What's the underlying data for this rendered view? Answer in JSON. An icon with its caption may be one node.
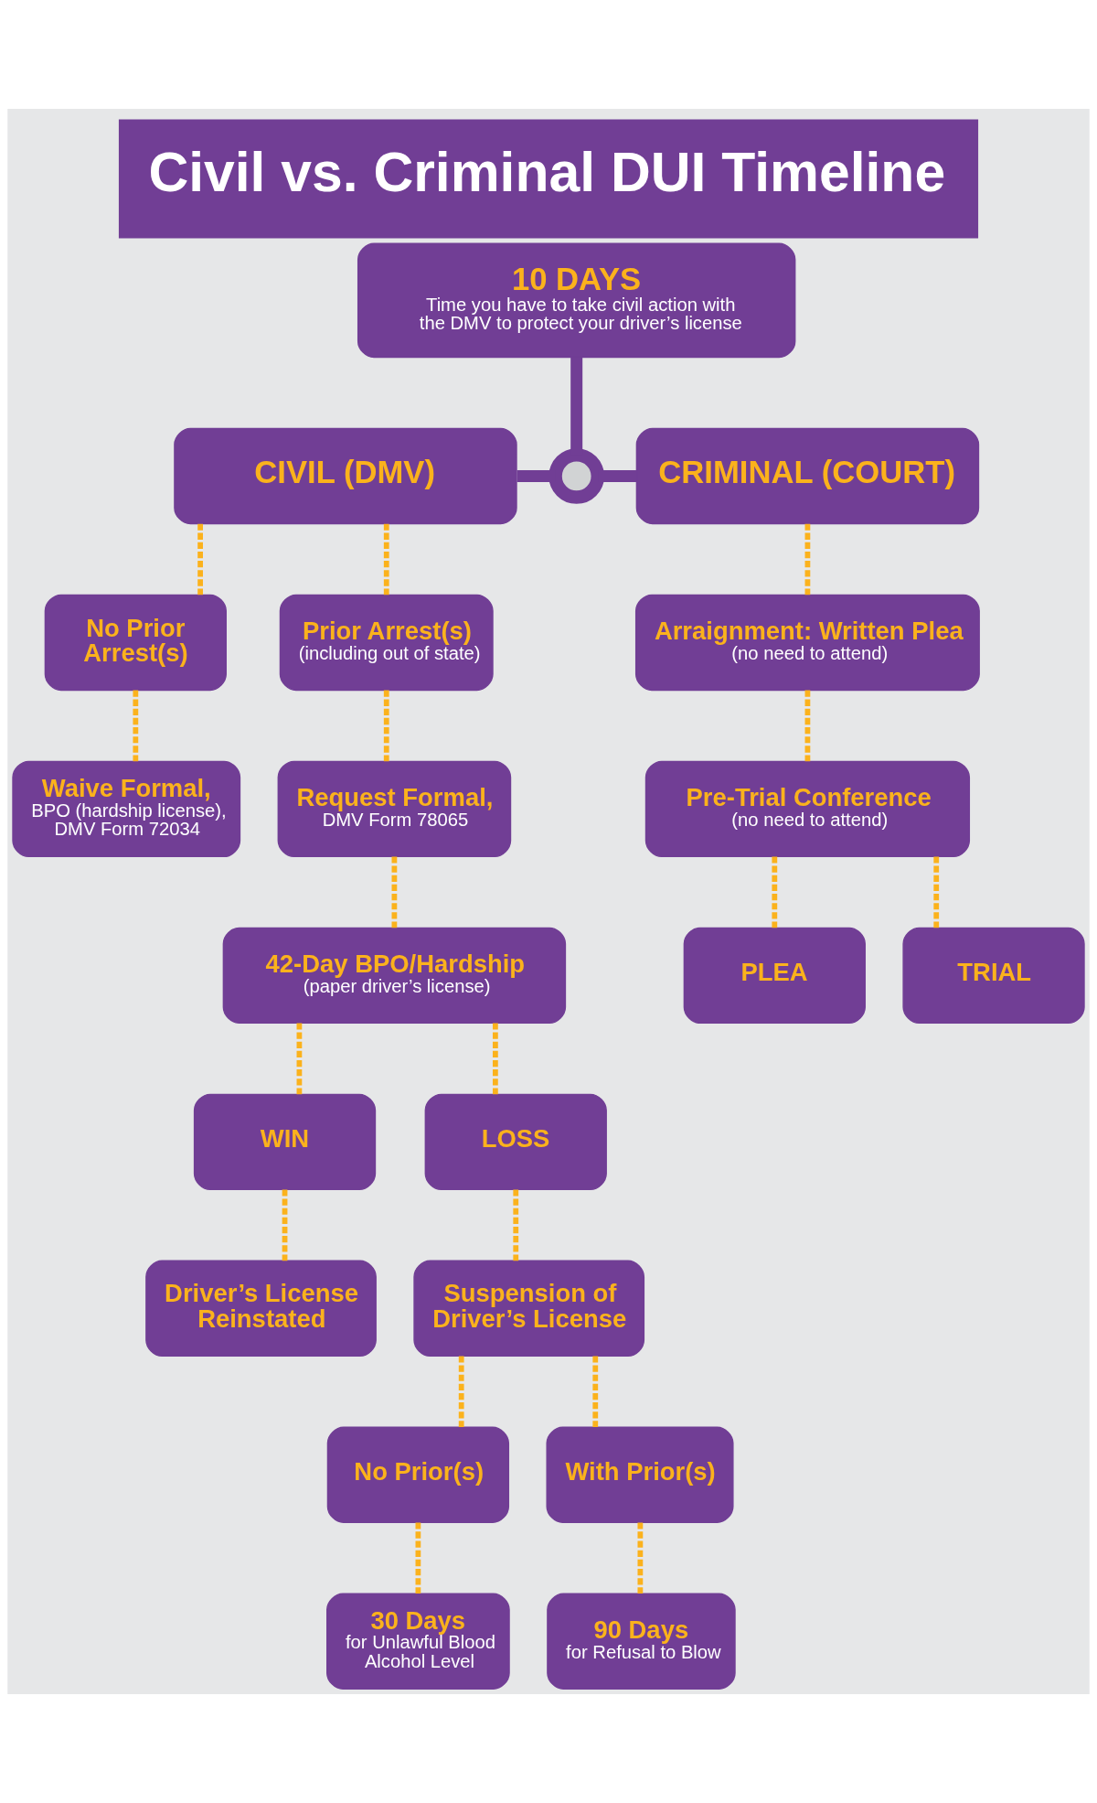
{
  "diagram": {
    "title": "Civil vs. Criminal DUI Timeline",
    "nodes": [
      {
        "text": [
          "10 DAYS",
          "Time you have to take civil action with the DMV to protect your driver’s license"
        ]
      },
      {
        "text": [
          "CIVIL (DMV)"
        ]
      },
      {
        "text": [],
        "shape": "circle"
      },
      {
        "text": [
          "CRIMINAL (COURT)"
        ]
      },
      {
        "text": [
          "No Prior Arrest(s)"
        ]
      },
      {
        "text": [
          "Prior Arrest(s)",
          "(including out of state)"
        ]
      },
      {
        "text": [
          "Waive Formal,",
          "BPO (hardship license), DMV Form 72034"
        ]
      },
      {
        "text": [
          "Request Formal,",
          "DMV Form 78065"
        ]
      },
      {
        "text": [
          "42-Day BPO/Hardship",
          "(paper driver’s license)"
        ]
      },
      {
        "text": [
          "WIN"
        ]
      },
      {
        "text": [
          "LOSS"
        ]
      },
      {
        "text": [
          "Driver’s License Reinstated"
        ]
      },
      {
        "text": [
          "Suspension of Driver’s License"
        ]
      },
      {
        "text": [
          "No Prior(s)"
        ]
      },
      {
        "text": [
          "With Prior(s)"
        ]
      },
      {
        "text": [
          "30 Days",
          "for Unlawful Blood Alcohol Level"
        ]
      },
      {
        "text": [
          "90 Days",
          "for Refusal to Blow"
        ]
      },
      {
        "text": [
          "Arraignment: Written Plea",
          "(no need to attend)"
        ]
      },
      {
        "text": [
          "Pre-Trial Conference",
          "(no need to attend)"
        ]
      },
      {
        "text": [
          "PLEA"
        ]
      },
      {
        "text": [
          "TRIAL"
        ]
      }
    ],
    "edges": [
      {
        "from": 0,
        "to": 2,
        "arrow": "none",
        "style": "thick",
        "color": "#713e95"
      },
      {
        "from": 1,
        "to": 2,
        "arrow": "none",
        "style": "thick",
        "color": "#713e95"
      },
      {
        "from": 2,
        "to": 3,
        "arrow": "none",
        "style": "thick",
        "color": "#713e95"
      },
      {
        "from": 1,
        "to": 4,
        "arrow": "none",
        "style": "dashed"
      },
      {
        "from": 1,
        "to": 5,
        "arrow": "none",
        "style": "dashed"
      },
      {
        "from": 4,
        "to": 6,
        "arrow": "none",
        "style": "dashed"
      },
      {
        "from": 5,
        "to": 7,
        "arrow": "none",
        "style": "dashed"
      },
      {
        "from": 7,
        "to": 8,
        "arrow": "none",
        "style": "dashed"
      },
      {
        "from": 8,
        "to": 9,
        "arrow": "none",
        "style": "dashed"
      },
      {
        "from": 8,
        "to": 10,
        "arrow": "none",
        "style": "dashed"
      },
      {
        "from": 9,
        "to": 11,
        "arrow": "none",
        "style": "dashed"
      },
      {
        "from": 10,
        "to": 12,
        "arrow": "none",
        "style": "dashed"
      },
      {
        "from": 12,
        "to": 13,
        "arrow": "none",
        "style": "dashed"
      },
      {
        "from": 12,
        "to": 14,
        "arrow": "none",
        "style": "dashed"
      },
      {
        "from": 13,
        "to": 15,
        "arrow": "none",
        "style": "dashed"
      },
      {
        "from": 14,
        "to": 16,
        "arrow": "none",
        "style": "dashed"
      },
      {
        "from": 3,
        "to": 17,
        "arrow": "none",
        "style": "dashed"
      },
      {
        "from": 17,
        "to": 18,
        "arrow": "none",
        "style": "dashed"
      },
      {
        "from": 18,
        "to": 19,
        "arrow": "none",
        "style": "dashed"
      },
      {
        "from": 18,
        "to": 20,
        "arrow": "none",
        "style": "dashed"
      }
    ]
  }
}
